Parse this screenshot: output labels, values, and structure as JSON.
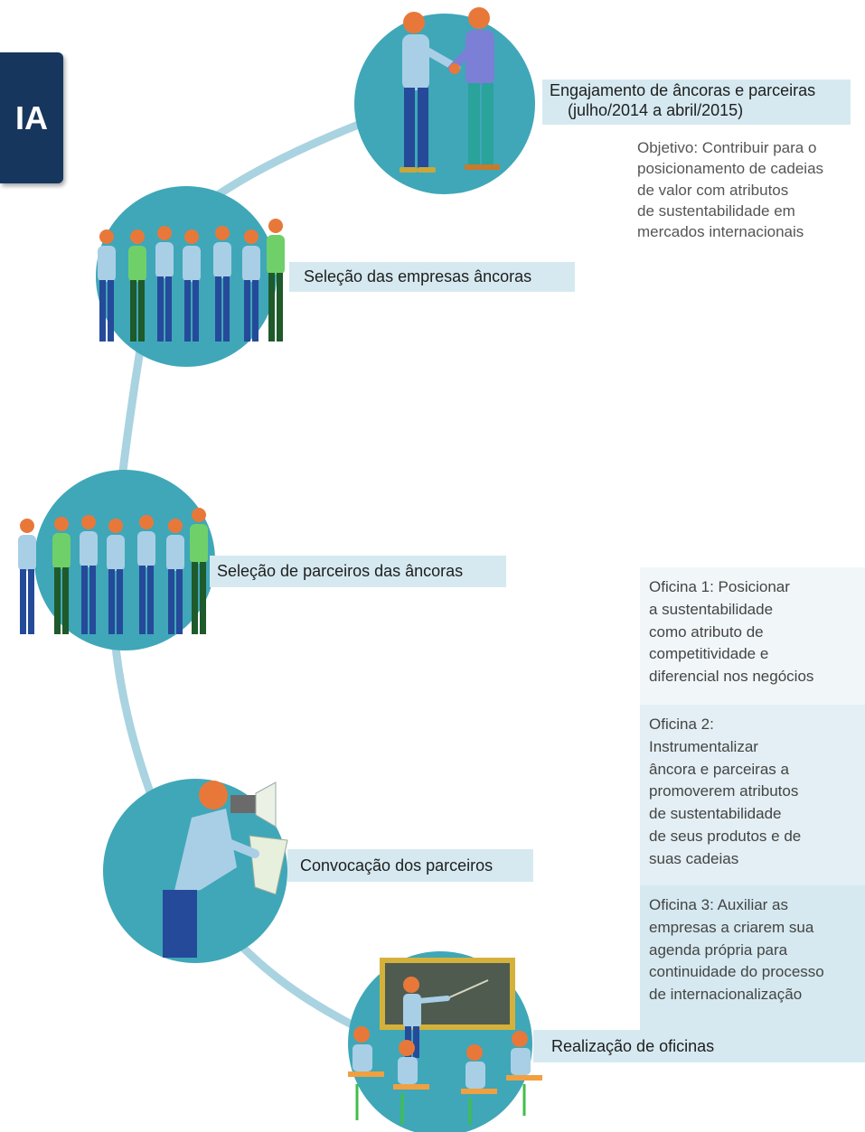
{
  "badge": {
    "text": "IA"
  },
  "steps": [
    {
      "label_lines": [
        "Engajamento de âncoras e parceiras",
        "(julho/2014 a abril/2015)"
      ],
      "objective_lines": [
        "Objetivo: Contribuir para o",
        "posicionamento de cadeias",
        "de valor com atributos",
        "de sustentabilidade em",
        "mercados internacionais"
      ]
    },
    {
      "label": "Seleção das empresas âncoras"
    },
    {
      "label": "Seleção de parceiros das âncoras"
    },
    {
      "label": "Convocação dos parceiros"
    },
    {
      "label": "Realização de oficinas"
    }
  ],
  "oficinas": [
    {
      "lines": [
        "Oficina 1: Posicionar",
        "a sustentabilidade",
        "como atributo de",
        "competitividade e",
        "diferencial nos negócios"
      ]
    },
    {
      "lines": [
        "Oficina 2:",
        "Instrumentalizar",
        "âncora e parceiras a",
        "promoverem atributos",
        "de sustentabilidade",
        "de seus produtos e de",
        "suas cadeias"
      ]
    },
    {
      "lines": [
        "Oficina 3: Auxiliar as",
        "empresas a criarem sua",
        "agenda própria para",
        "continuidade do processo",
        "de internacionalização"
      ]
    }
  ],
  "colors": {
    "circle": "#3fa7b8",
    "connector": "#a9d3e0",
    "label_bg": "#d6e9f0",
    "badge_bg": "#17365d",
    "oficina_bg_1": "#f1f7f9",
    "oficina_bg_2": "#e3eff4",
    "oficina_bg_3": "#d6e9f0"
  }
}
